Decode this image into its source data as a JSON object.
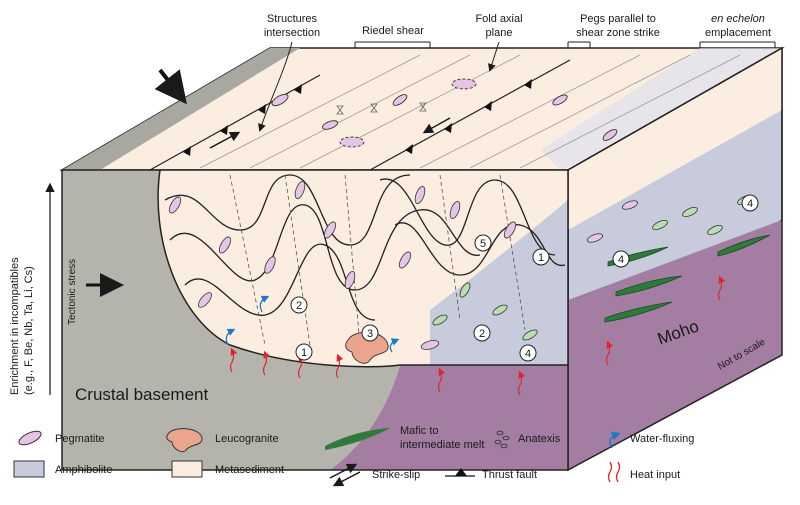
{
  "callouts": {
    "structures_intersection": [
      "Structures",
      "intersection"
    ],
    "riedel_shear": "Riedel shear",
    "fold_axial_plane": [
      "Fold axial",
      "plane"
    ],
    "pegs_parallel": [
      "Pegs parallel to",
      "shear zone strike"
    ],
    "en_echelon": [
      "en echelon",
      "emplacement"
    ]
  },
  "labels": {
    "crustal_basement": "Crustal basement",
    "moho": "Moho",
    "not_to_scale": "Not to scale",
    "tectonic_stress": "Tectonic stress",
    "enrichment": [
      "Enrichment in incompatibles",
      "(e.g., F, Be, Nb, Ta, Li, Cs)"
    ]
  },
  "numbers": {
    "n1a": "1",
    "n2a": "2",
    "n3": "3",
    "n1b": "1",
    "n5": "5",
    "n2b": "2",
    "n4a": "4",
    "n4b": "4",
    "n4c": "4"
  },
  "legend": {
    "pegmatite": "Pegmatite",
    "leucogranite": "Leucogranite",
    "mafic": [
      "Mafic to",
      "intermediate melt"
    ],
    "anatexis": "Anatexis",
    "water_fluxing": "Water-fluxing",
    "amphibolite": "Amphibolite",
    "metasediment": "Metasediment",
    "strike_slip": "Strike-slip",
    "thrust_fault": "Thrust fault",
    "heat_input": "Heat input"
  },
  "colors": {
    "basement": "#b4b4ad",
    "metasediment": "#fbeee0",
    "amphibolite": "#c8cbdc",
    "mantle": "#a47ea2",
    "pegmatite": "#e6c4e6",
    "leucogranite": "#eba58f",
    "mafic": "#2f7a3a",
    "water": "#1f78c8",
    "heat": "#e0242d"
  }
}
